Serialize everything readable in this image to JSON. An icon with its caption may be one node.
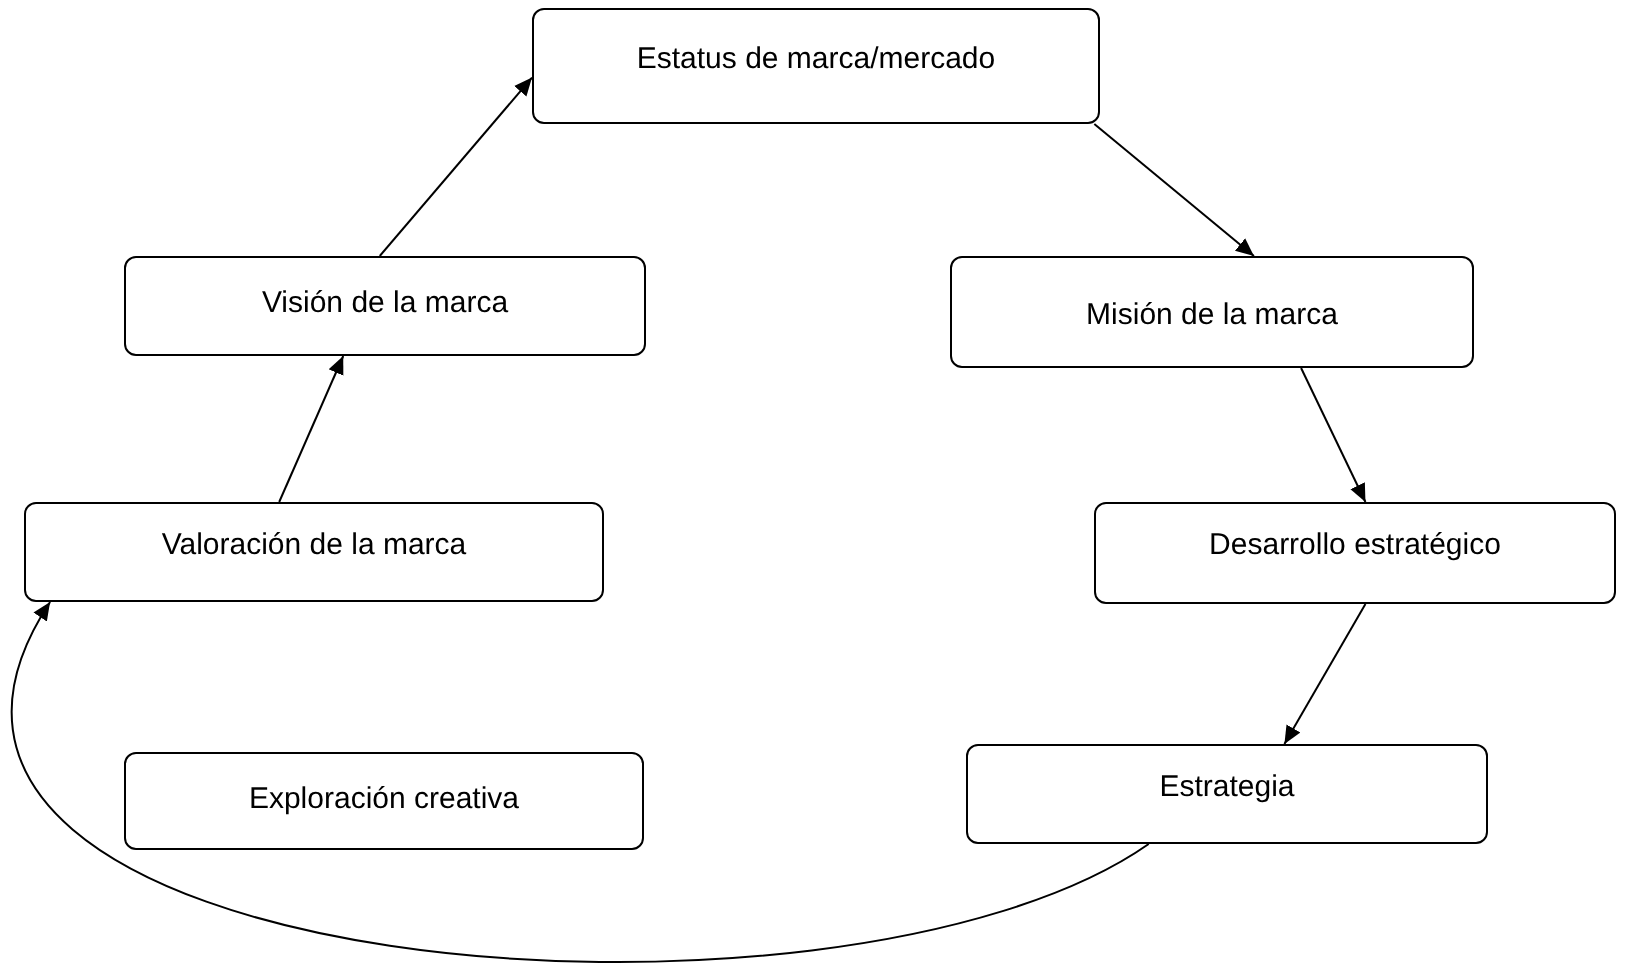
{
  "diagram": {
    "nodes": [
      {
        "text": [
          "Estatus de marca/mercado"
        ]
      },
      {
        "text": [
          "Misión de la marca"
        ]
      },
      {
        "text": [
          "Desarrollo estratégico"
        ]
      },
      {
        "text": [
          "Estrategia"
        ]
      },
      {
        "text": [
          "Exploración creativa"
        ]
      },
      {
        "text": [
          "Valoración de la marca"
        ]
      },
      {
        "text": [
          "Visión de la marca"
        ]
      }
    ],
    "edges": [
      {
        "from": 0,
        "to": 1,
        "arrow": "to"
      },
      {
        "from": 1,
        "to": 2,
        "arrow": "to"
      },
      {
        "from": 2,
        "to": 3,
        "arrow": "to"
      },
      {
        "from": 3,
        "to": 5,
        "arrow": "to"
      },
      {
        "from": 5,
        "to": 6,
        "arrow": "to"
      },
      {
        "from": 6,
        "to": 0,
        "arrow": "to"
      }
    ]
  }
}
